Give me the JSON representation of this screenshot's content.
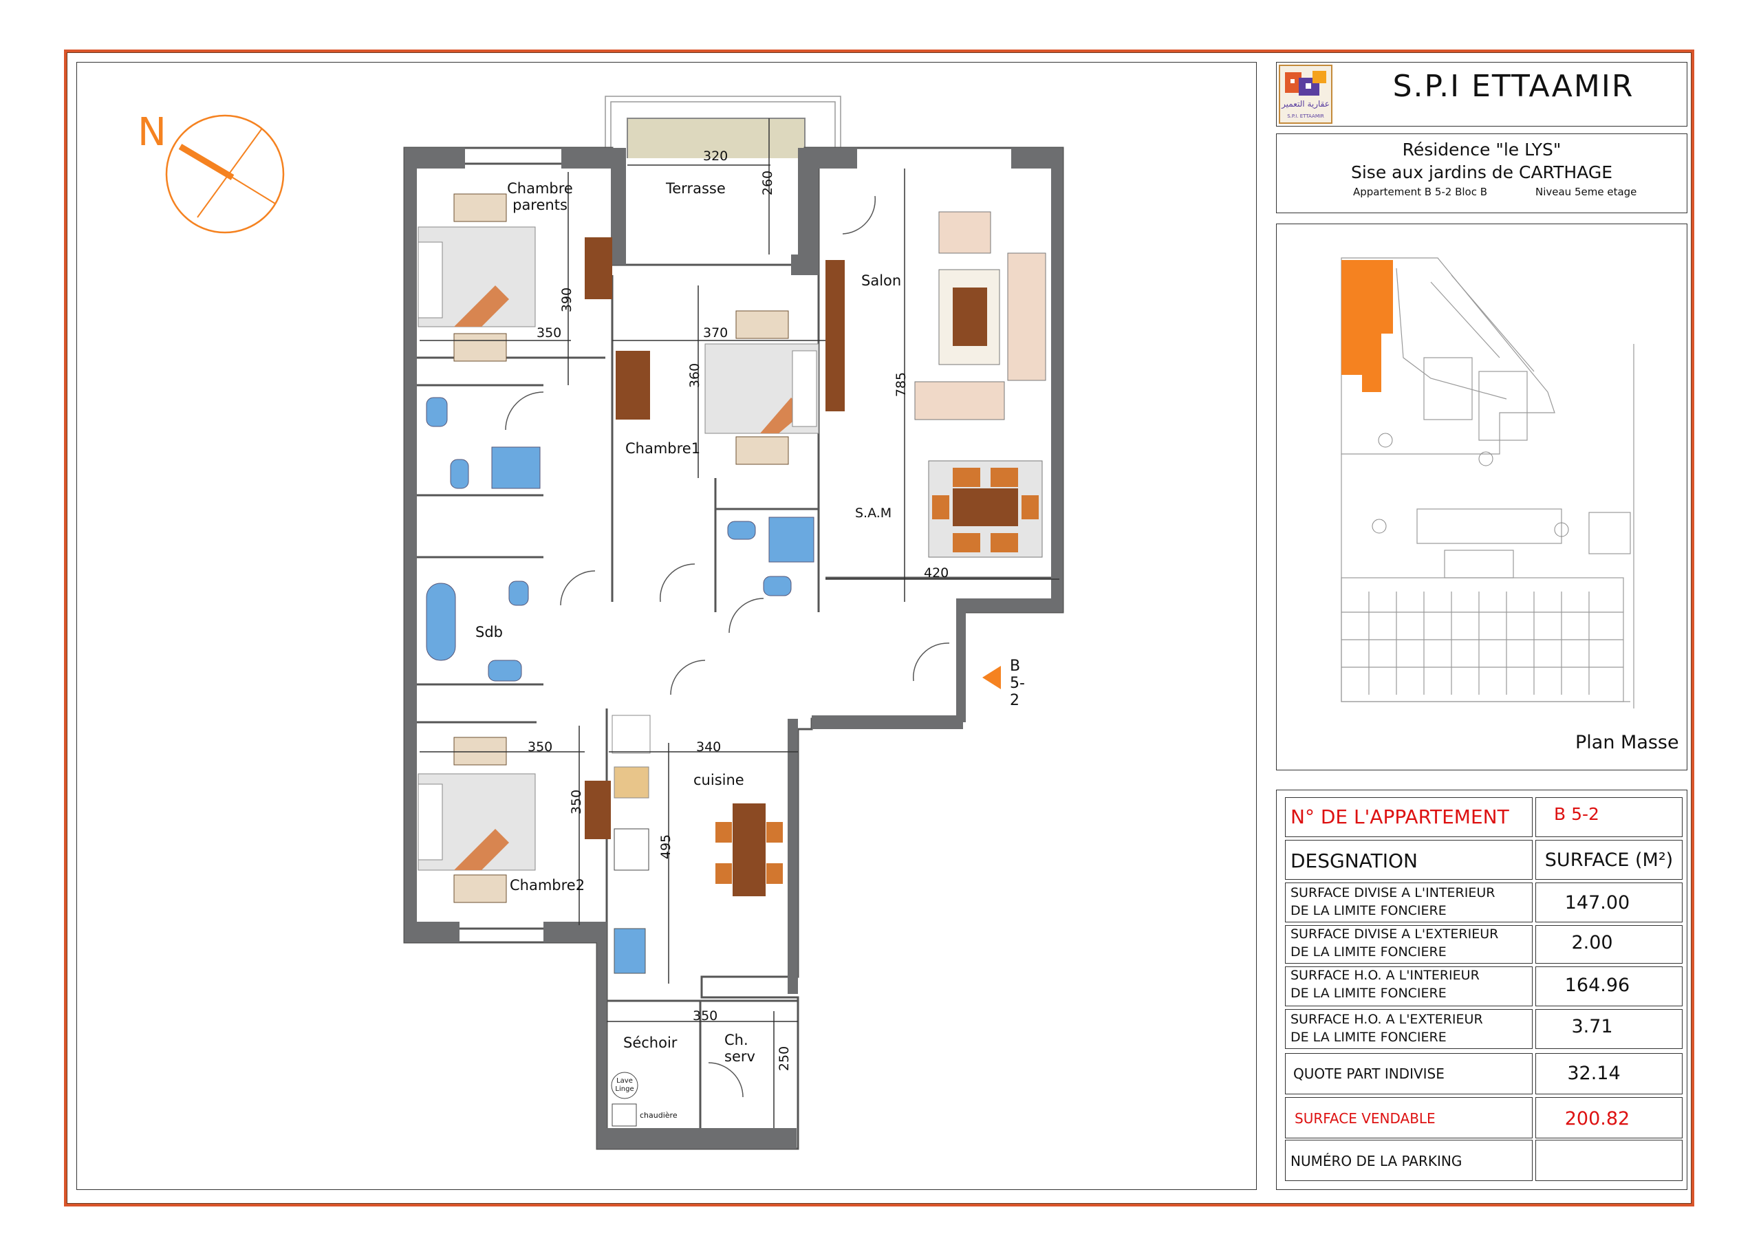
{
  "header": {
    "company": "S.P.I   ETTAAMIR",
    "logo_text": "عقارية التعمير",
    "logo_caption": "S.P.I. ETTAAMIR",
    "residence": "Résidence \"le LYS\"",
    "location": "Sise aux jardins de CARTHAGE",
    "apartment_line": "Appartement  B 5-2   Bloc B",
    "level_line": "Niveau  5eme etage"
  },
  "site_plan": {
    "label": "Plan Masse"
  },
  "compass": {
    "north": "N"
  },
  "entrance": {
    "label": "B 5-2"
  },
  "rooms": {
    "chambre_parents": "Chambre\nparents",
    "terrasse": "Terrasse",
    "salon": "Salon",
    "chambre1": "Chambre1",
    "sam": "S.A.M",
    "sdb": "Sdb",
    "cuisine": "cuisine",
    "chambre2": "Chambre2",
    "sechoir": "Séchoir",
    "ch_serv": "Ch. serv",
    "lave_linge": "Lave\nLinge",
    "chaudiere": "chaudière"
  },
  "dimensions": {
    "terrasse_w": "320",
    "terrasse_h": "260",
    "parents_h": "390",
    "parents_w": "350",
    "chambre1_w": "370",
    "chambre1_h": "360",
    "salon_h": "785",
    "sam_w": "420",
    "chambre2_w": "350",
    "cuisine_w": "340",
    "chambre2_h": "350",
    "cuisine_h": "495",
    "sechoir_w": "350",
    "serv_h": "250"
  },
  "table": {
    "apt_label": "N° DE L'APPARTEMENT",
    "apt_value": "B 5-2",
    "designation_label": "DESGNATION",
    "surface_label": "SURFACE (M²)",
    "rows": [
      {
        "line1": "SURFACE  DIVISE A L'INTERIEUR",
        "line2": "DE LA LIMITE  FONCIERE",
        "value": "147.00"
      },
      {
        "line1": "SURFACE  DIVISE  A L'EXTERIEUR",
        "line2": "DE LA LIMITE  FONCIERE",
        "value": "2.00"
      },
      {
        "line1": "SURFACE  H.O.  A L'INTERIEUR",
        "line2": "DE LA LIMITE  FONCIERE",
        "value": "164.96"
      },
      {
        "line1": "SURFACE  H.O.  A L'EXTERIEUR",
        "line2": "DE LA LIMITE  FONCIERE",
        "value": "3.71"
      }
    ],
    "quote_label": "QUOTE  PART  INDIVISE",
    "quote_value": "32.14",
    "vendable_label": "SURFACE  VENDABLE",
    "vendable_value": "200.82",
    "parking_label": "NUMÉRO DE LA PARKING",
    "parking_value": ""
  },
  "colors": {
    "border": "#d9552a",
    "wall": "#6d6e70",
    "accent": "#f58220",
    "red_text": "#dd1111"
  }
}
